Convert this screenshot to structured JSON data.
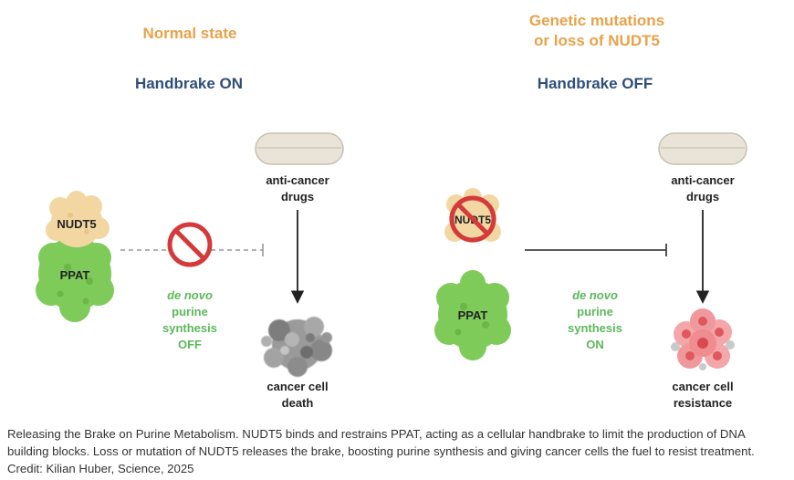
{
  "left": {
    "state_title": "Normal state",
    "handbrake": "Handbrake ON",
    "protein_top": "NUDT5",
    "protein_bottom": "PPAT",
    "drug_label_1": "anti-cancer",
    "drug_label_2": "drugs",
    "synthesis_1": "de novo",
    "synthesis_2": "purine",
    "synthesis_3": "synthesis",
    "synthesis_4": "OFF",
    "outcome_1": "cancer cell",
    "outcome_2": "death"
  },
  "right": {
    "state_title_1": "Genetic mutations",
    "state_title_2": "or loss of NUDT5",
    "handbrake": "Handbrake OFF",
    "protein_top": "NUDT5",
    "protein_bottom": "PPAT",
    "drug_label_1": "anti-cancer",
    "drug_label_2": "drugs",
    "synthesis_1": "de novo",
    "synthesis_2": "purine",
    "synthesis_3": "synthesis",
    "synthesis_4": "ON",
    "outcome_1": "cancer cell",
    "outcome_2": "resistance"
  },
  "caption": "Releasing the Brake on Purine Metabolism. NUDT5 binds and restrains PPAT, acting as a cellular handbrake to limit the production of DNA building blocks. Loss or mutation of NUDT5 releases the brake, boosting purine synthesis and giving cancer cells the fuel to resist treatment. Credit: Kilian Huber, Science, 2025",
  "colors": {
    "state_title": "#e8a24a",
    "handbrake": "#2f4f7a",
    "synthesis": "#5cb85c",
    "nudt5": "#f3d7a3",
    "ppat": "#7fcb5a",
    "prohibit": "#d43a3a",
    "pill": "#e9e4d7",
    "dead_cell": "#8a8a8a",
    "resistant_cell": "#e8686c"
  },
  "icons": [
    "prohibition-sign-icon",
    "pill-icon",
    "dead-cell-cluster-icon",
    "resistant-cell-cluster-icon"
  ]
}
